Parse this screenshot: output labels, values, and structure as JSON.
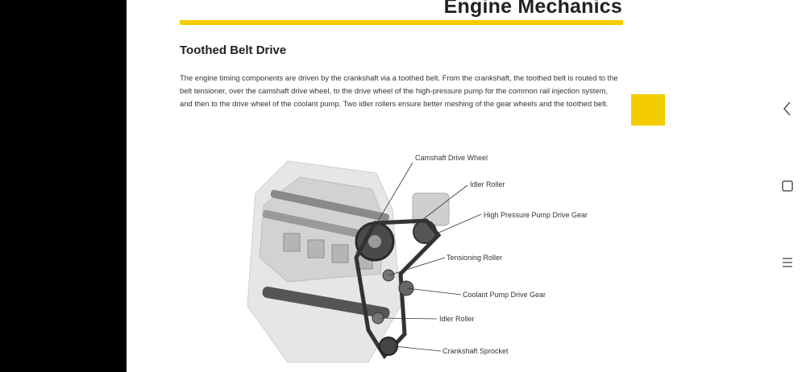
{
  "document": {
    "title": "Engine Mechanics",
    "section_heading": "Toothed Belt Drive",
    "paragraph": "The engine timing components are driven by the crankshaft via a toothed belt.  From the crankshaft, the toothed belt is routed to the belt tensioner, over the camshaft drive wheel, to the drive wheel of the high-pressure pump for the common rail injection system, and then to the drive wheel of the coolant pump.  Two idler rollers ensure better meshing of the gear wheels and the toothed belt."
  },
  "diagram": {
    "labels": {
      "camshaft": "Camshaft Drive Wheel",
      "idler_top": "Idler Roller",
      "hp_pump": "High Pressure Pump Drive Gear",
      "tensioning": "Tensioning Roller",
      "coolant": "Coolant Pump Drive Gear",
      "idler_bottom": "Idler Roller",
      "crankshaft": "Crankshaft Sprocket"
    }
  },
  "navigation": {
    "back_icon": "chevron-left-icon",
    "home_icon": "square-icon",
    "menu_icon": "hamburger-icon"
  },
  "colors": {
    "accent": "#f3cc00"
  }
}
